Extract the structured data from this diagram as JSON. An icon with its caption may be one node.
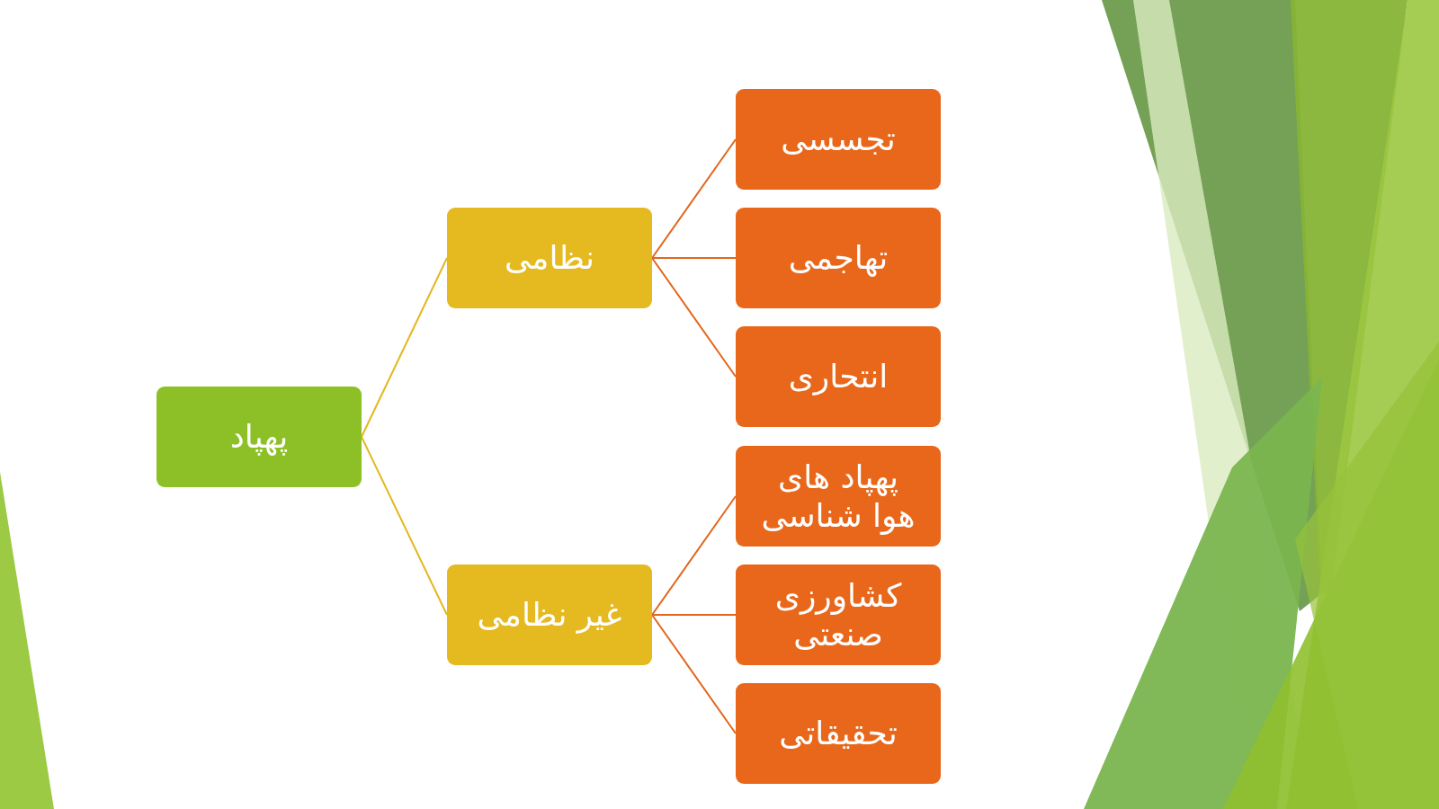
{
  "diagram": {
    "nodes": [
      {
        "text": [
          "پهپاد"
        ]
      },
      {
        "text": [
          "نظامی"
        ]
      },
      {
        "text": [
          "غیر نظامی"
        ]
      },
      {
        "text": [
          "تجسسی"
        ]
      },
      {
        "text": [
          "تهاجمی"
        ]
      },
      {
        "text": [
          "انتحاری"
        ]
      },
      {
        "text": [
          "پهپاد های هوا شناسی"
        ]
      },
      {
        "text": [
          "کشاورزی صنعتی"
        ]
      },
      {
        "text": [
          "تحقیقاتی"
        ]
      }
    ],
    "edges": [
      {
        "from": 0,
        "to": 1,
        "arrow": "none",
        "color": "#e3b820"
      },
      {
        "from": 0,
        "to": 2,
        "arrow": "none",
        "color": "#e3b820"
      },
      {
        "from": 1,
        "to": 3,
        "arrow": "none"
      },
      {
        "from": 1,
        "to": 4,
        "arrow": "none"
      },
      {
        "from": 1,
        "to": 5,
        "arrow": "none"
      },
      {
        "from": 2,
        "to": 6,
        "arrow": "none"
      },
      {
        "from": 2,
        "to": 7,
        "arrow": "none"
      },
      {
        "from": 2,
        "to": 8,
        "arrow": "none"
      }
    ]
  }
}
